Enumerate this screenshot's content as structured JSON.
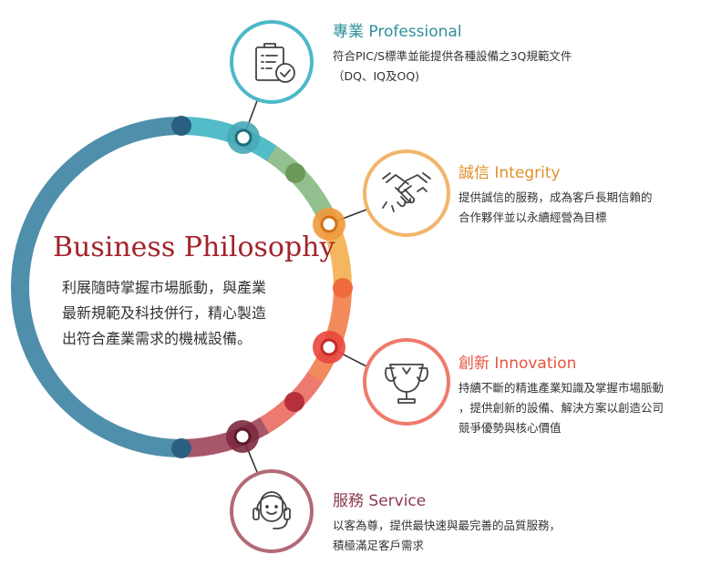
{
  "center": {
    "title": "Business Philosophy",
    "body": [
      "利展隨時掌握市場脈動，與產業",
      "最新規範及科技併行，精心製造",
      "出符合產業需求的機械設備。"
    ]
  },
  "pillars": [
    {
      "title": "專業 Professional",
      "lines": [
        "符合PIC/S標準並能提供各種設備之3Q規範文件",
        "（DQ、IQ及OQ)"
      ],
      "icon": "clipboard-check-icon",
      "color": "#4db8c8"
    },
    {
      "title": "誠信 Integrity",
      "lines": [
        "提供誠信的服務，成為客戶長期信賴的",
        "合作夥伴並以永續經營為目標"
      ],
      "icon": "handshake-icon",
      "color": "#f2a94f"
    },
    {
      "title": "創新 Innovation",
      "lines": [
        "持續不斷的精進產業知識及掌握市場脈動",
        "，提供創新的設備、解決方案以創造公司",
        "競爭優勢與核心價值"
      ],
      "icon": "trophy-icon",
      "color": "#ef6b5e"
    },
    {
      "title": "服務 Service",
      "lines": [
        "以客為尊，提供最快速與最完善的品質服務，",
        "積極滿足客戶需求"
      ],
      "icon": "headset-icon",
      "color": "#a44e5e"
    }
  ]
}
